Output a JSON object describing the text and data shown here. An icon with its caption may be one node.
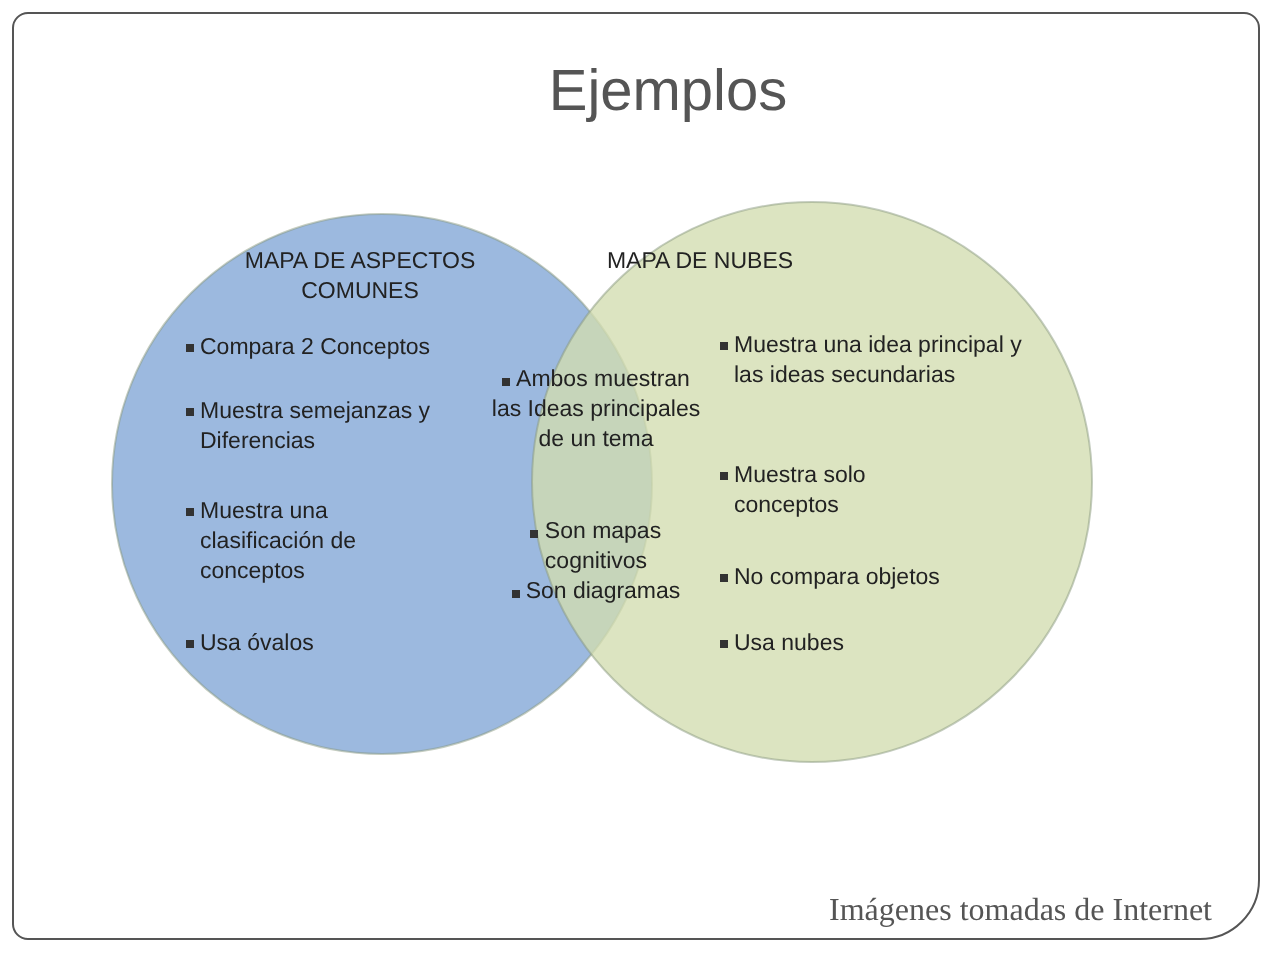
{
  "diagram": {
    "title": "Ejemplos",
    "caption": "Imágenes tomadas de Internet",
    "nodes": [
      {
        "text": [
          "MAPA DE ASPECTOS COMUNES",
          "Compara 2 Conceptos",
          "Muestra semejanzas y Diferencias",
          "Muestra una clasificación de conceptos",
          "Usa óvalos"
        ]
      },
      {
        "text": [
          "MAPA DE NUBES",
          "Muestra una idea principal y las ideas secundarias",
          "Muestra solo conceptos",
          "No compara objetos",
          "Usa nubes"
        ]
      }
    ],
    "labels": [
      "Ambos muestran las Ideas principales de un tema",
      "Son mapas cognitivos",
      "Son diagramas"
    ]
  }
}
